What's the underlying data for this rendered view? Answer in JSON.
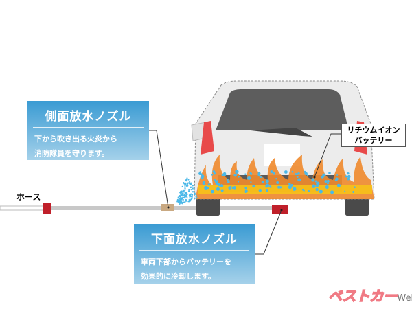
{
  "hose_label": "ホース",
  "side_nozzle": {
    "title": "側面放水ノズル",
    "lines": [
      "下から吹き出る火炎から",
      "消防隊員を守ります。"
    ]
  },
  "bottom_nozzle": {
    "title": "下面放水ノズル",
    "lines": [
      "車両下部からバッテリーを",
      "効果的に冷却します。"
    ]
  },
  "battery_label": {
    "lines": [
      "リチウムイオン",
      "バッテリー"
    ]
  },
  "logo": {
    "text": "ベストカー",
    "suffix": "Web"
  },
  "colors": {
    "box": "#3a9bd3",
    "flame": "#f08a2c",
    "water": "#4ab8e8",
    "nozzle_red": "#c0202a",
    "nozzle_tan": "#c9a982"
  }
}
